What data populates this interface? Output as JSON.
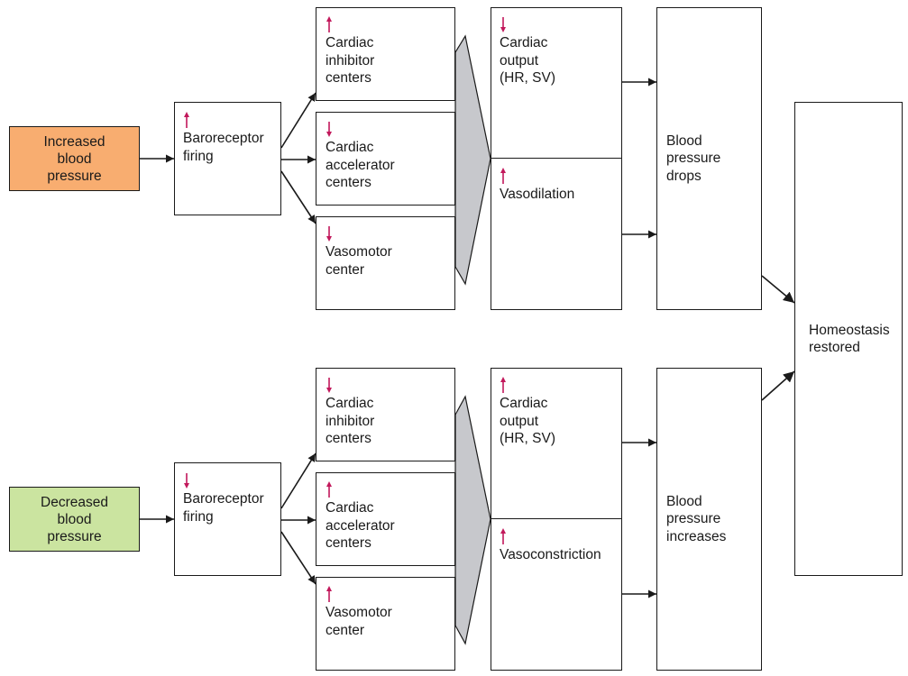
{
  "top": {
    "stimulus": "Increased\nblood\npressure",
    "baroreceptor": {
      "dir": "up",
      "label": "Baroreceptor\nfiring"
    },
    "centers": [
      {
        "dir": "up",
        "label": "Cardiac\ninhibitor\ncenters"
      },
      {
        "dir": "down",
        "label": "Cardiac\naccelerator\ncenters"
      },
      {
        "dir": "down",
        "label": "Vasomotor\ncenter"
      }
    ],
    "effects": [
      {
        "dir": "down",
        "label": "Cardiac\noutput\n(HR, SV)"
      },
      {
        "dir": "up",
        "label": "Vasodilation"
      }
    ],
    "result": "Blood\npressure\ndrops"
  },
  "bottom": {
    "stimulus": "Decreased\nblood\npressure",
    "baroreceptor": {
      "dir": "down",
      "label": "Baroreceptor\nfiring"
    },
    "centers": [
      {
        "dir": "down",
        "label": "Cardiac\ninhibitor\ncenters"
      },
      {
        "dir": "up",
        "label": "Cardiac\naccelerator\ncenters"
      },
      {
        "dir": "up",
        "label": "Vasomotor\ncenter"
      }
    ],
    "effects": [
      {
        "dir": "up",
        "label": "Cardiac\noutput\n(HR, SV)"
      },
      {
        "dir": "up",
        "label": "Vasoconstriction"
      }
    ],
    "result": "Blood\npressure\nincreases"
  },
  "outcome": "Homeostasis\nrestored",
  "colors": {
    "increased_fill": "#f8ad70",
    "decreased_fill": "#cbe4a0",
    "indicator_arrow": "#c2185b",
    "merge_funnel": "#c7c8cc",
    "line": "#1a1a1a"
  }
}
